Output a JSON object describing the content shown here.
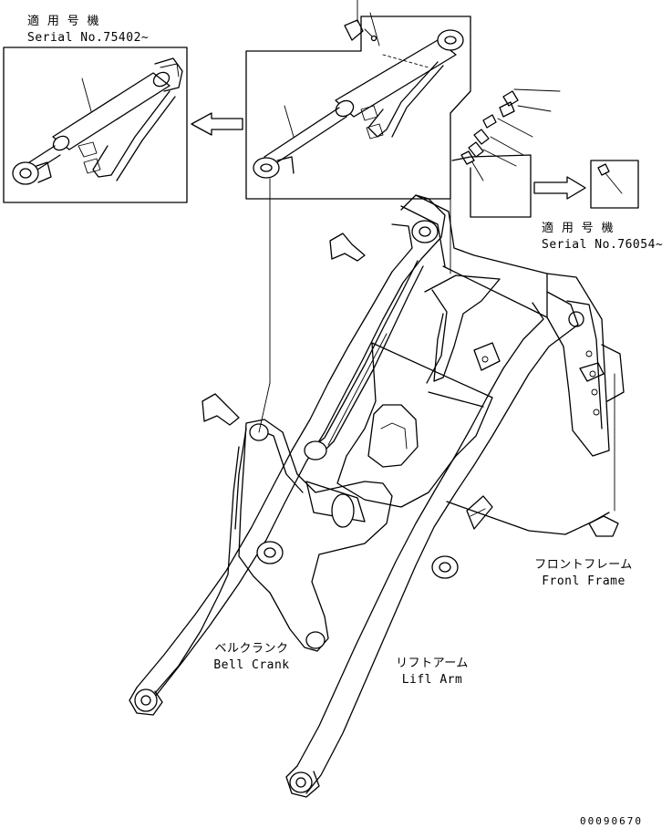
{
  "labels": {
    "applicable_top_left_jp": "適 用 号 機",
    "applicable_top_left_serial": "Serial No.75402~",
    "applicable_right_jp": "適 用 号 機",
    "applicable_right_serial": "Serial No.76054~",
    "front_frame_jp": "フロントフレーム",
    "front_frame_en": "Fronl Frame",
    "bell_crank_jp": "ベルクランク",
    "bell_crank_en": "Bell Crank",
    "lift_arm_jp": "リフトアーム",
    "lift_arm_en": "Lifl Arm",
    "drawing_number": "00090670"
  }
}
